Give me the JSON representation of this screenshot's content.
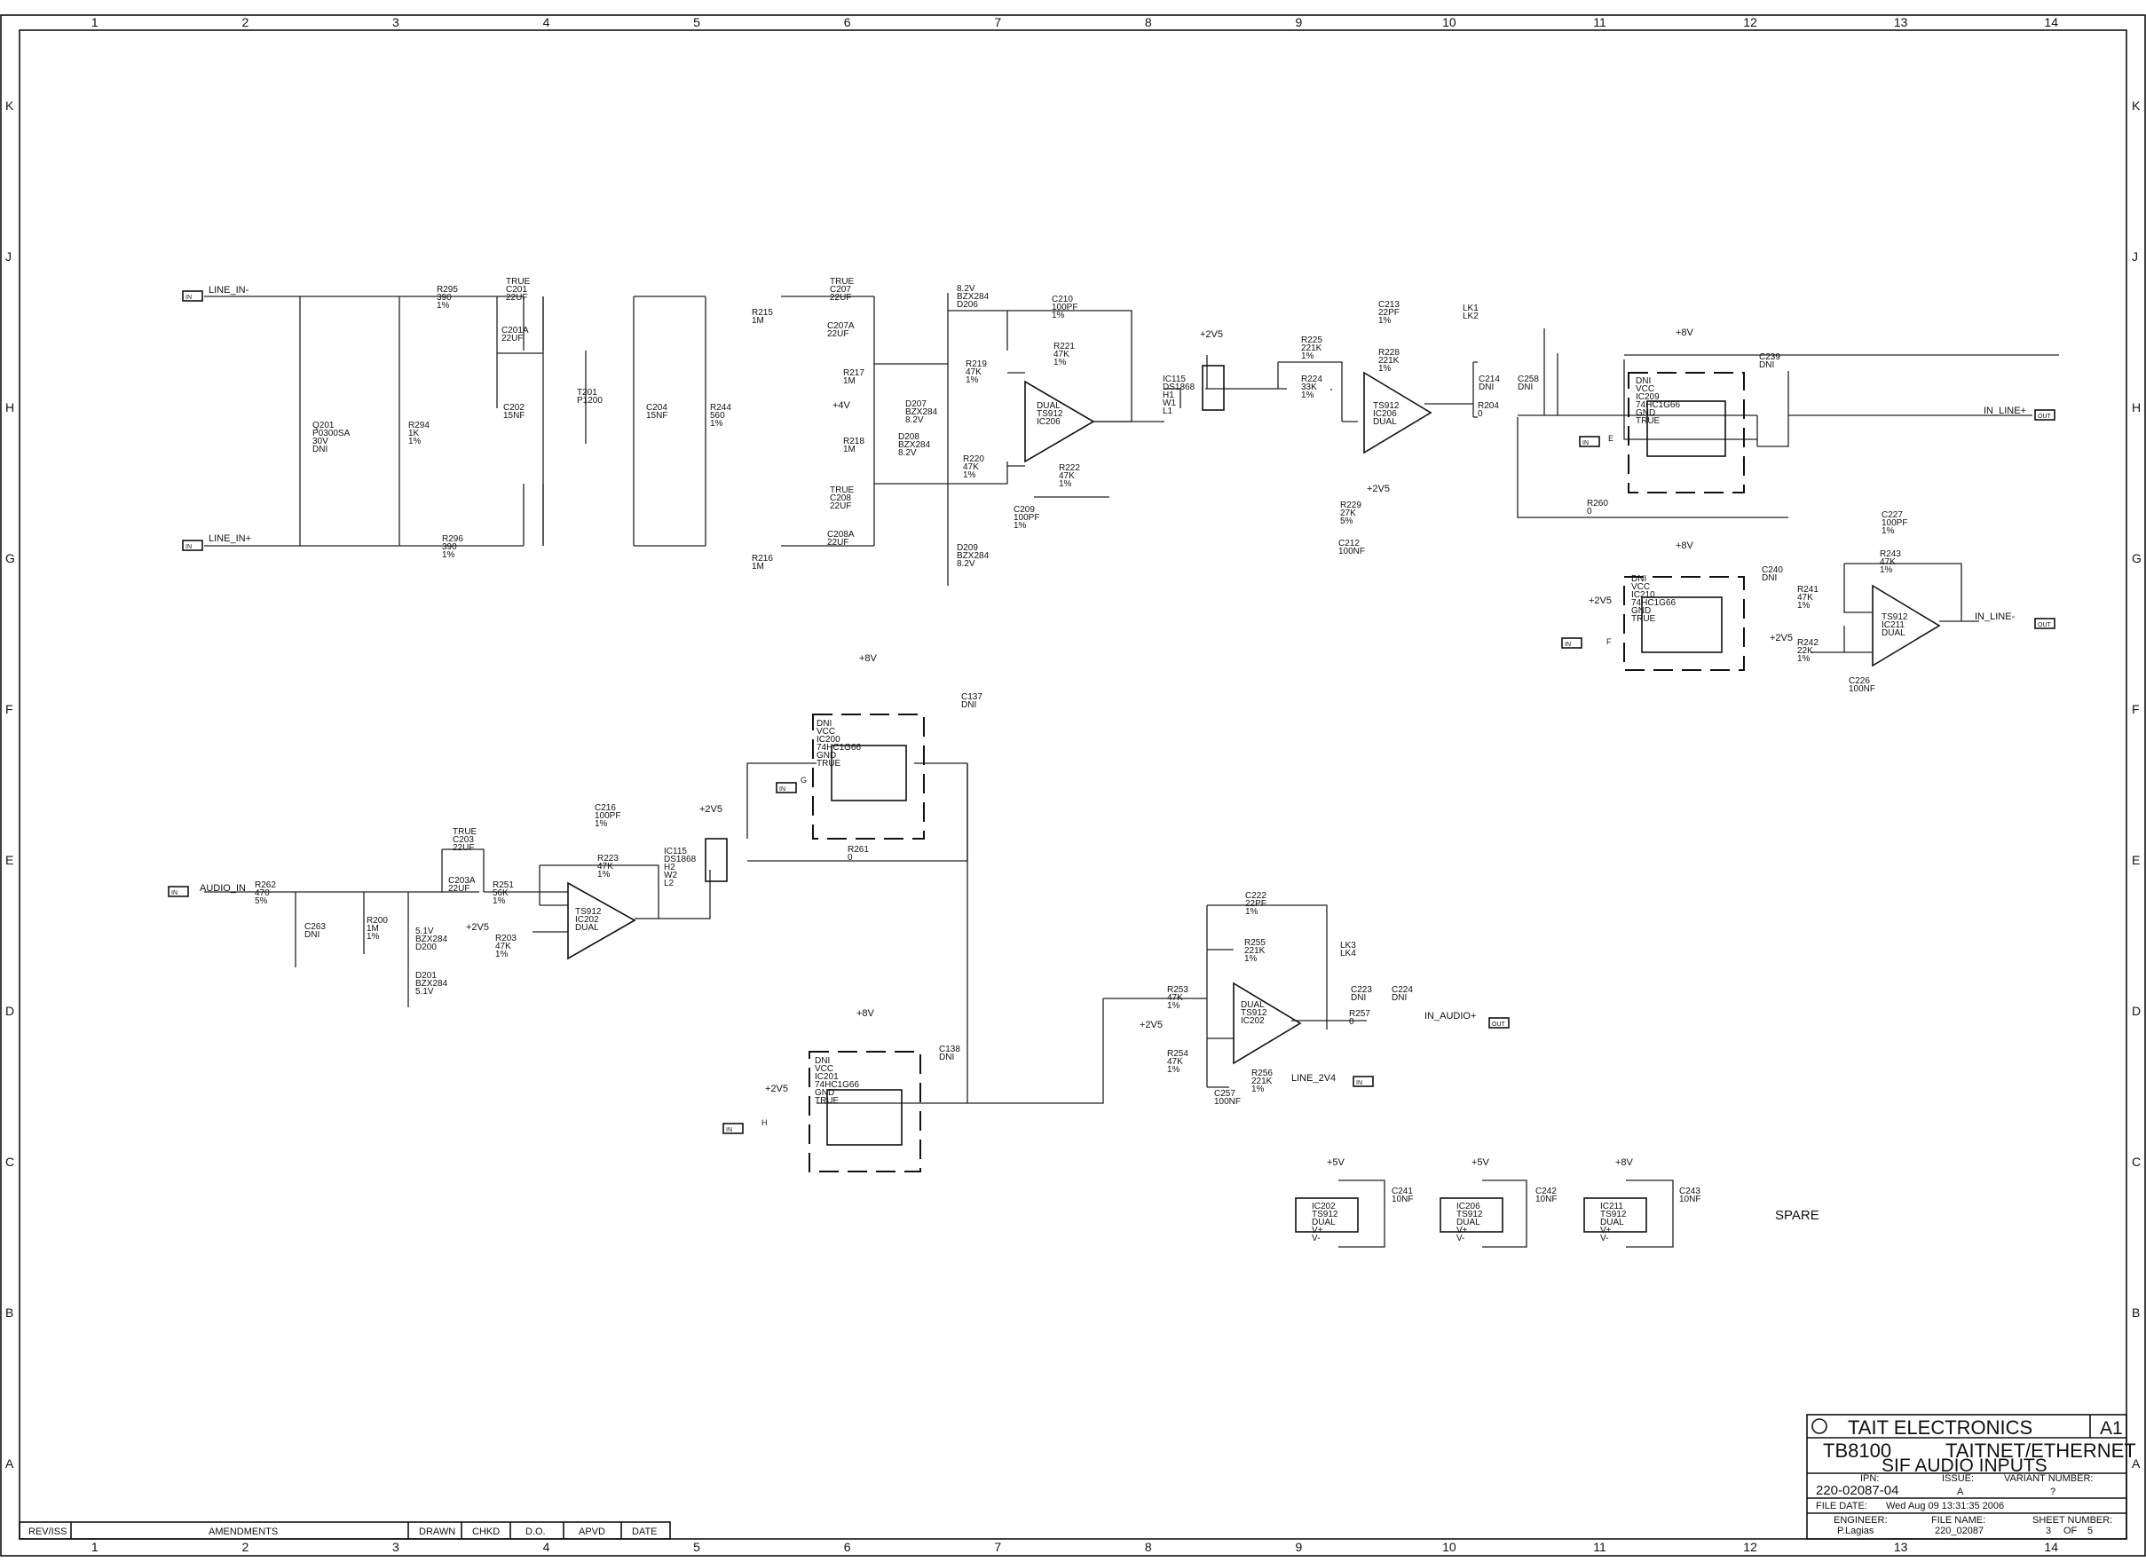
{
  "sheet": {
    "header_small": "",
    "col_labels": [
      "1",
      "2",
      "3",
      "4",
      "5",
      "6",
      "7",
      "8",
      "9",
      "10",
      "11",
      "12",
      "13",
      "14"
    ],
    "row_labels": [
      "K",
      "J",
      "H",
      "G",
      "F",
      "E",
      "D",
      "C",
      "B",
      "A"
    ]
  },
  "title_block": {
    "company": "TAIT   ELECTRONICS",
    "size": "A1",
    "product": "TB8100",
    "network": "TAITNET/ETHERNET",
    "subtitle": "SIF   AUDIO   INPUTS",
    "ipn_label": "IPN:",
    "issue_label": "ISSUE:",
    "variant_label": "VARIANT  NUMBER:",
    "ipn": "220-02087-04",
    "issue": "A",
    "variant": "?",
    "file_date_label": "FILE   DATE:",
    "file_date": "Wed  Aug  09  13:31:35   2006",
    "engineer_label": "ENGINEER:",
    "engineer": "P.Lagias",
    "file_name_label": "FILE   NAME:",
    "file_name": "220_02087",
    "sheet_label": "SHEET  NUMBER:",
    "sheet": "3",
    "of": "OF",
    "sheets": "5"
  },
  "amendments": [
    "REV/ISS",
    "AMENDMENTS",
    "DRAWN",
    "CHKD",
    "D.O.",
    "APVD",
    "DATE"
  ],
  "spare_label": "SPARE",
  "ports": {
    "line_in_minus": "LINE_IN-",
    "line_in_plus": "LINE_IN+",
    "in_line_plus": "IN_LINE+",
    "in_line_minus": "IN_LINE-",
    "audio_in": "AUDIO_IN",
    "in_audio_plus": "IN_AUDIO+",
    "line_2v4": "LINE_2V4",
    "tag_in": "IN",
    "tag_out": "OUT",
    "ctrl_e": "E",
    "ctrl_f": "F",
    "ctrl_g": "G",
    "ctrl_h": "H"
  },
  "rails": {
    "p2v5": "+2V5",
    "p8v": "+8V",
    "p5v": "+5V",
    "p4v": "+4V"
  },
  "components": {
    "r295": [
      "R295",
      "390",
      "1%"
    ],
    "r296": [
      "R296",
      "390",
      "1%"
    ],
    "c201": [
      "TRUE",
      "C201",
      "22UF"
    ],
    "c201a": [
      "C201A",
      "22UF"
    ],
    "q201": [
      "Q201",
      "P0300SA",
      "30V",
      "DNI"
    ],
    "r294": [
      "R294",
      "1K",
      "1%"
    ],
    "c202": [
      "C202",
      "15NF"
    ],
    "t201": [
      "T201",
      "P1200"
    ],
    "c204": [
      "C204",
      "15NF"
    ],
    "r244": [
      "R244",
      "560",
      "1%"
    ],
    "r215": [
      "R215",
      "1M"
    ],
    "r216": [
      "R216",
      "1M"
    ],
    "c207": [
      "TRUE",
      "C207",
      "22UF"
    ],
    "c207a": [
      "C207A",
      "22UF"
    ],
    "c208": [
      "TRUE",
      "C208",
      "22UF"
    ],
    "c208a": [
      "C208A",
      "22UF"
    ],
    "r217": [
      "R217",
      "1M"
    ],
    "r218": [
      "R218",
      "1M"
    ],
    "d206": [
      "8.2V",
      "BZX284",
      "D206"
    ],
    "d207": [
      "D207",
      "BZX284",
      "8.2V"
    ],
    "d208": [
      "D208",
      "BZX284",
      "8.2V"
    ],
    "d209": [
      "D209",
      "BZX284",
      "8.2V"
    ],
    "r219": [
      "R219",
      "47K",
      "1%"
    ],
    "r220": [
      "R220",
      "47K",
      "1%"
    ],
    "c210": [
      "C210",
      "100PF",
      "1%"
    ],
    "r221": [
      "R221",
      "47K",
      "1%"
    ],
    "r222": [
      "R222",
      "47K",
      "1%"
    ],
    "c209": [
      "C209",
      "100PF",
      "1%"
    ],
    "ic206a": [
      "DUAL",
      "TS912",
      "IC206"
    ],
    "ic115a": [
      "IC115",
      "DS1868",
      "H1",
      "W1",
      "L1"
    ],
    "r225": [
      "R225",
      "221K",
      "1%"
    ],
    "r224": [
      "R224",
      "33K",
      "1%"
    ],
    "c213": [
      "C213",
      "22PF",
      "1%"
    ],
    "r228": [
      "R228",
      "221K",
      "1%"
    ],
    "ic206b": [
      "TS912",
      "IC206",
      "DUAL"
    ],
    "r229": [
      "R229",
      "27K",
      "5%"
    ],
    "c212": [
      "C212",
      "100NF"
    ],
    "c214": [
      "C214",
      "DNI"
    ],
    "c258": [
      "C258",
      "DNI"
    ],
    "r204": [
      "R204",
      "0"
    ],
    "lk1": [
      "LK1",
      "LK2"
    ],
    "ic209": [
      "DNI",
      "VCC",
      "IC209",
      "74HC1G66",
      "GND",
      "TRUE"
    ],
    "c239": [
      "C239",
      "DNI"
    ],
    "r260": [
      "R260",
      "0"
    ],
    "ic210": [
      "DNI",
      "VCC",
      "IC210",
      "74HC1G66",
      "GND",
      "TRUE"
    ],
    "c240": [
      "C240",
      "DNI"
    ],
    "c227": [
      "C227",
      "100PF",
      "1%"
    ],
    "r243": [
      "R243",
      "47K",
      "1%"
    ],
    "r241": [
      "R241",
      "47K",
      "1%"
    ],
    "r242": [
      "R242",
      "22K",
      "1%"
    ],
    "c226": [
      "C226",
      "100NF"
    ],
    "ic211": [
      "TS912",
      "IC211",
      "DUAL"
    ],
    "ic200": [
      "DNI",
      "VCC",
      "IC200",
      "74HC1G66",
      "GND",
      "TRUE"
    ],
    "c137": [
      "C137",
      "DNI"
    ],
    "r261": [
      "R261",
      "0"
    ],
    "c216": [
      "C216",
      "100PF",
      "1%"
    ],
    "r223": [
      "R223",
      "47K",
      "1%"
    ],
    "ic115b": [
      "IC115",
      "DS1868",
      "H2",
      "W2",
      "L2"
    ],
    "c203": [
      "TRUE",
      "C203",
      "22UF"
    ],
    "c203a": [
      "C203A",
      "22UF"
    ],
    "r251": [
      "R251",
      "56K",
      "1%"
    ],
    "r203": [
      "R203",
      "47K",
      "1%"
    ],
    "ic202a": [
      "TS912",
      "IC202",
      "DUAL"
    ],
    "r262": [
      "R262",
      "470",
      "5%"
    ],
    "c263": [
      "C263",
      "DNI"
    ],
    "r200": [
      "R200",
      "1M",
      "1%"
    ],
    "d200": [
      "5.1V",
      "BZX284",
      "D200"
    ],
    "d201": [
      "D201",
      "BZX284",
      "5.1V"
    ],
    "ic201": [
      "DNI",
      "VCC",
      "IC201",
      "74HC1G66",
      "GND",
      "TRUE"
    ],
    "c138": [
      "C138",
      "DNI"
    ],
    "c222": [
      "C222",
      "22PF",
      "1%"
    ],
    "r255": [
      "R255",
      "221K",
      "1%"
    ],
    "r253": [
      "R253",
      "47K",
      "1%"
    ],
    "r254": [
      "R254",
      "47K",
      "1%"
    ],
    "ic202b": [
      "DUAL",
      "TS912",
      "IC202"
    ],
    "c257": [
      "C257",
      "100NF"
    ],
    "r256": [
      "R256",
      "221K",
      "1%"
    ],
    "c223": [
      "C223",
      "DNI"
    ],
    "c224": [
      "C224",
      "DNI"
    ],
    "r257": [
      "R257",
      "0"
    ],
    "lk3": [
      "LK3",
      "LK4"
    ],
    "ps202": [
      "IC202",
      "TS912",
      "DUAL",
      "V+",
      "V-"
    ],
    "ps206": [
      "IC206",
      "TS912",
      "DUAL",
      "V+",
      "V-"
    ],
    "ps211": [
      "IC211",
      "TS912",
      "DUAL",
      "V+",
      "V-"
    ],
    "c241": [
      "C241",
      "10NF"
    ],
    "c242": [
      "C242",
      "10NF"
    ],
    "c243": [
      "C243",
      "10NF"
    ]
  }
}
